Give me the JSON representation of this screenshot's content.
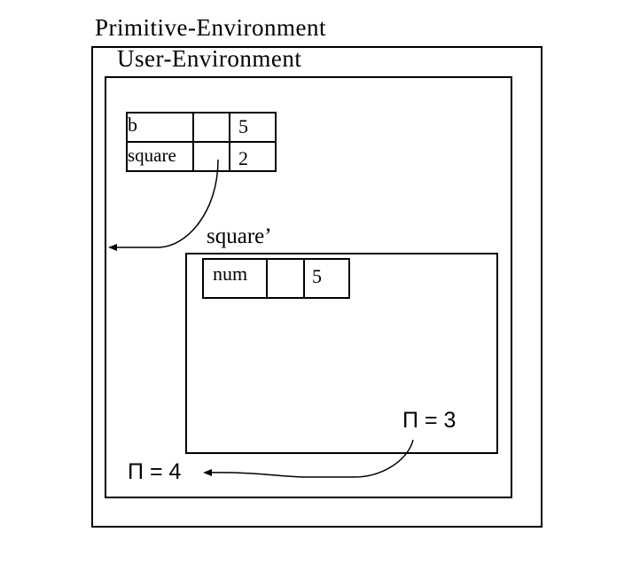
{
  "primitive_env": {
    "title": "Primitive-Environment"
  },
  "user_env": {
    "title": "User-Environment",
    "bindings": [
      {
        "name": "b",
        "value": "5"
      },
      {
        "name": "square",
        "value": "2"
      }
    ],
    "pi_label": "Π = 4"
  },
  "square_env": {
    "title": "square’",
    "bindings": [
      {
        "name": "num",
        "value": "5"
      }
    ],
    "pi_label": "Π = 3"
  }
}
